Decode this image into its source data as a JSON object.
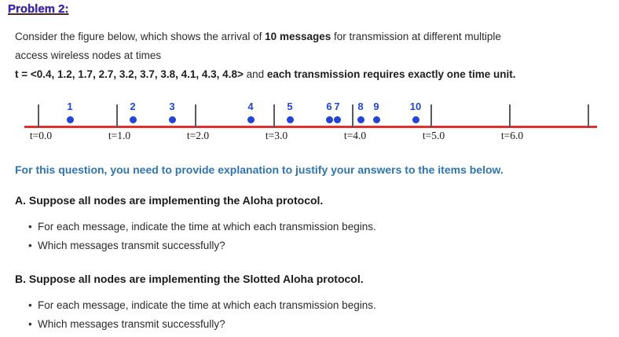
{
  "title": "Problem 2:",
  "intro": {
    "part1": "Consider the figure below, which shows the arrival of ",
    "bold_messages": "10 messages",
    "part2a": " for transmission at different multiple",
    "part2b": "access wireless nodes at times",
    "bold_times": "t = <0.4, 1.2, 1.7, 2.7, 3.2, 3.7, 3.8, 4.1, 4.3, 4.8>",
    "part3": " and ",
    "bold_unit": "each transmission requires exactly one time unit."
  },
  "figure": {
    "type": "timeline",
    "colors": {
      "timeline": "#e03030",
      "arrival": "#2244dd",
      "tick": "#5a5a5a"
    },
    "ticks": [
      {
        "t": 0,
        "label": "t=0.0"
      },
      {
        "t": 1,
        "label": "t=1.0"
      },
      {
        "t": 2,
        "label": "t=2.0"
      },
      {
        "t": 3,
        "label": "t=3.0"
      },
      {
        "t": 4,
        "label": "t=4.0"
      },
      {
        "t": 5,
        "label": "t=5.0"
      },
      {
        "t": 6,
        "label": "t=6.0"
      },
      {
        "t": 7,
        "label": ""
      }
    ],
    "arrivals": [
      {
        "id": "1",
        "t": 0.4
      },
      {
        "id": "2",
        "t": 1.2
      },
      {
        "id": "3",
        "t": 1.7
      },
      {
        "id": "4",
        "t": 2.7
      },
      {
        "id": "5",
        "t": 3.2
      },
      {
        "id": "6",
        "t": 3.7
      },
      {
        "id": "7",
        "t": 3.8
      },
      {
        "id": "8",
        "t": 4.1
      },
      {
        "id": "9",
        "t": 4.3
      },
      {
        "id": "10",
        "t": 4.8
      }
    ]
  },
  "note": {
    "text": "For this question, you need to provide explanation to justify your answers to the items below.",
    "color": "#2E75B6"
  },
  "sections": [
    {
      "heading": "A. Suppose all nodes are implementing the Aloha protocol.",
      "bullets": [
        "For each message, indicate the time at which each transmission begins.",
        "Which messages transmit successfully?"
      ]
    },
    {
      "heading": "B. Suppose all nodes are implementing the Slotted Aloha protocol.",
      "bullets": [
        "For each message, indicate the time at which each transmission begins.",
        "Which messages transmit successfully?"
      ]
    }
  ]
}
